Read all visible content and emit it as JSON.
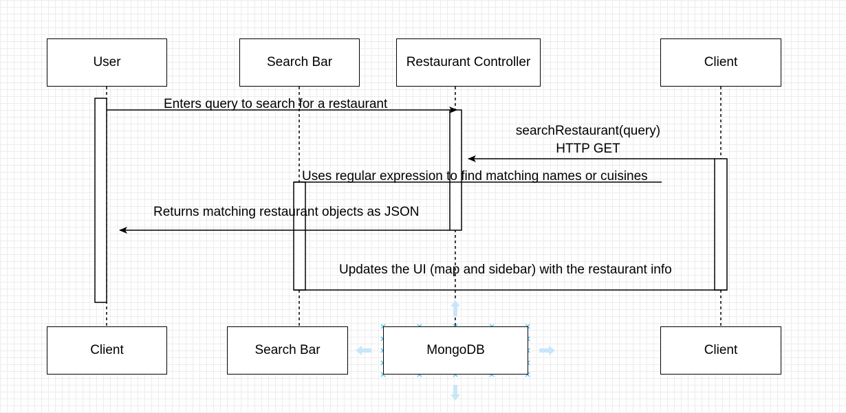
{
  "participants_top": {
    "user": "User",
    "search_bar": "Search Bar",
    "restaurant_controller": "Restaurant Controller",
    "client": "Client"
  },
  "participants_bottom": {
    "client_left": "Client",
    "search_bar": "Search Bar",
    "mongodb": "MongoDB",
    "client_right": "Client"
  },
  "messages": {
    "enters_query": "Enters query to search for a restaurant",
    "search_restaurant_line1": "searchRestaurant(query)",
    "search_restaurant_line2": "HTTP GET",
    "uses_regex": "Uses regular expression to find matching names or cuisines",
    "returns_json": "Returns matching restaurant objects as JSON",
    "updates_ui": "Updates the UI (map and sidebar) with the restaurant info"
  },
  "colors": {
    "line": "#000000",
    "selection": "#29b6f2",
    "selection_arrow": "#c8e6f8",
    "grid": "#ececec"
  },
  "selection_icons": [
    "arrow-left-icon",
    "arrow-right-icon",
    "arrow-down-icon",
    "arrow-up-icon"
  ]
}
